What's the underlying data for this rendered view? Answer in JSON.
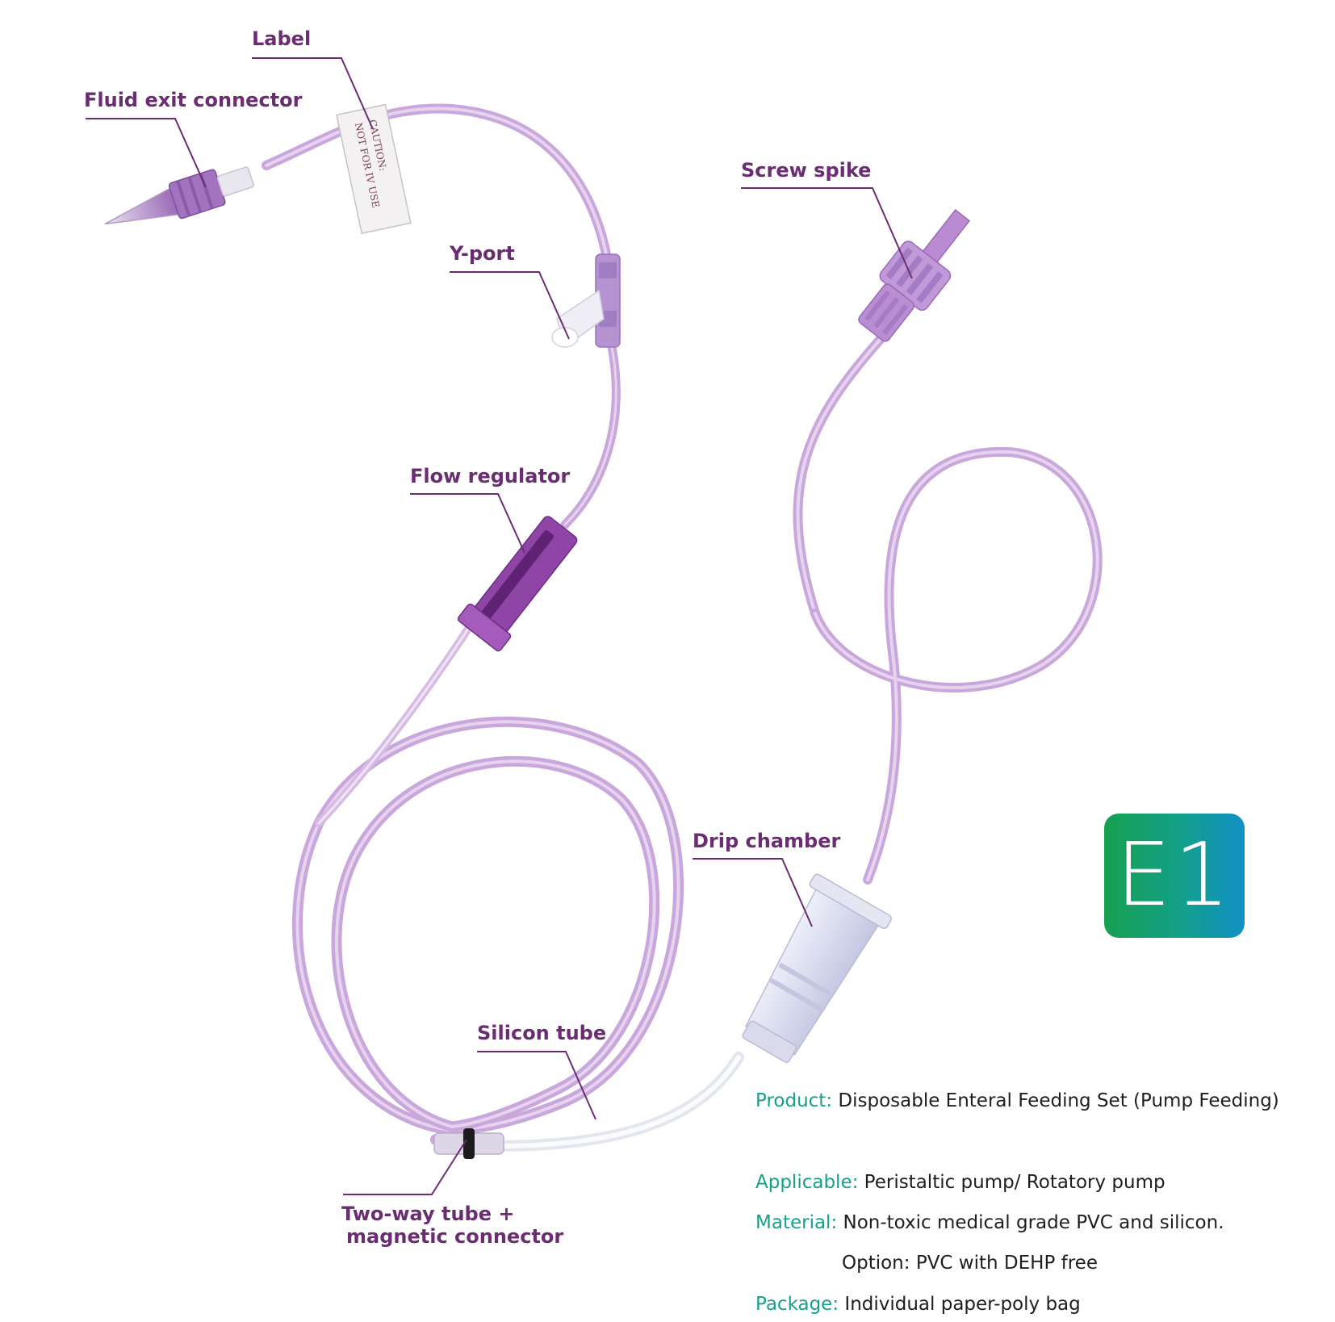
{
  "labels": {
    "label": "Label",
    "fluid_exit_connector": "Fluid exit connector",
    "y_port": "Y-port",
    "screw_spike": "Screw spike",
    "flow_regulator": "Flow regulator",
    "drip_chamber": "Drip chamber",
    "silicon_tube": "Silicon tube",
    "two_way_line1": "Two-way tube +",
    "two_way_line2": "magnetic connector"
  },
  "tag_text": {
    "caution": "CAUTION:",
    "not_for_iv": "NOT FOR IV USE"
  },
  "badge": "E1",
  "info": {
    "product_key": "Product:",
    "product_value": "Disposable Enteral Feeding Set (Pump Feeding)",
    "applicable_key": "Applicable:",
    "applicable_value": "Peristaltic pump/ Rotatory pump",
    "material_key": "Material:",
    "material_value": "Non-toxic medical grade PVC and silicon.",
    "material_option": "Option: PVC with DEHP free",
    "package_key": "Package:",
    "package_value": "Individual paper-poly bag"
  },
  "colors": {
    "label_text": "#6b2c73",
    "info_key": "#17a08a",
    "tube": "#c9a6dc",
    "badge_start": "#17a04f",
    "badge_end": "#1190c8"
  }
}
